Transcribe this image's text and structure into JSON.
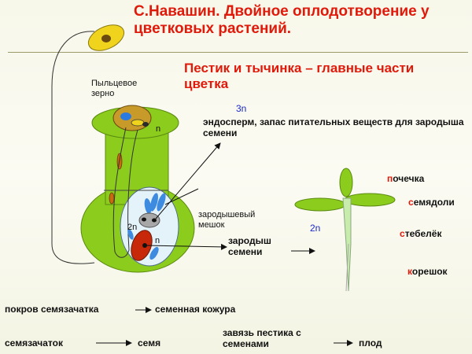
{
  "header": {
    "title": "С.Навашин. Двойное оплодотворение у цветковых растений.",
    "subtitle": "Пестик и тычинка – главные части цветка"
  },
  "diagram": {
    "pollen_label": "Пыльцевое зерно",
    "n_top": "n",
    "triploid": "3n",
    "endosperm_text": "эндосперм, запас питательных веществ для зародыша семени",
    "embryo_sac": "зародышевый мешок",
    "diploid_left": "2n",
    "n_bottom": "n",
    "embryo_text": "зародыш семени",
    "seedling_2n": "2n",
    "bud_first": "п",
    "bud_rest": "очечка",
    "cotyledons_first": "с",
    "cotyledons_rest": "емядоли",
    "stem_first": "с",
    "stem_rest": "тебелёк",
    "root_first": "к",
    "root_rest": "орешок"
  },
  "bottom": {
    "row1_left": "покров семязачатка",
    "row1_right": "семенная кожура",
    "row2_a": "семязачаток",
    "row2_b": "семя",
    "row2_c": "завязь пестика с семенами",
    "row2_d": "плод"
  },
  "colors": {
    "title": "#e01a0a",
    "pistil_green": "#8ccc1c",
    "sac_fill": "#e4f2fa",
    "blue_cells": "#3d8be0",
    "zygote": "#c8280a",
    "pollen": "#c89a2a"
  }
}
